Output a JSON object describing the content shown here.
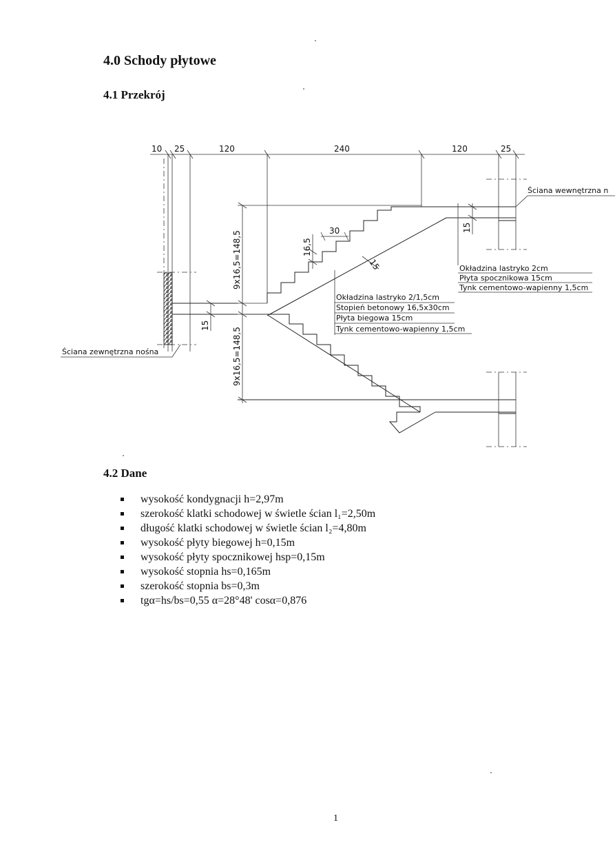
{
  "heading": "4.0 Schody płytowe",
  "section_przekroj": "4.1 Przekrój",
  "section_dane": "4.2 Dane",
  "drawing": {
    "dims_top": [
      "10",
      "25",
      "120",
      "240",
      "120",
      "25"
    ],
    "riser_upper": "9x16,5=148,5",
    "riser_lower": "9x16,5=148,5",
    "dim_step_width": "30",
    "dim_step_height": "16,5",
    "dim_slab": "15",
    "dim_landing_left": "15",
    "dim_landing_right": "15",
    "label_inner_wall": "Ściana wewnętrzna n",
    "label_outer_wall": "Ściana zewnętrzna nośna",
    "legend_landing": [
      "Okładzina lastryko 2cm",
      "Płyta spocznikowa 15cm",
      "Tynk cementowo-wapienny 1,5cm"
    ],
    "legend_flight": [
      "Okładzina lastryko 2/1,5cm",
      "Stopień betonowy 16,5x30cm",
      "Płyta biegowa 15cm",
      "Tynk cementowo-wapienny 1,5cm"
    ]
  },
  "params": [
    "wysokość kondygnacji h=2,97m",
    "szerokość klatki schodowej w świetle ścian l₁=2,50m",
    "długość klatki schodowej w świetle ścian l₂=4,80m",
    "wysokość płyty biegowej h=0,15m",
    "wysokość płyty spocznikowej hsp=0,15m",
    "wysokość stopnia hs=0,165m",
    "szerokość stopnia bs=0,3m",
    "tgα=hs/bs=0,55 α=28°48' cosα=0,876"
  ],
  "page_number": "1"
}
